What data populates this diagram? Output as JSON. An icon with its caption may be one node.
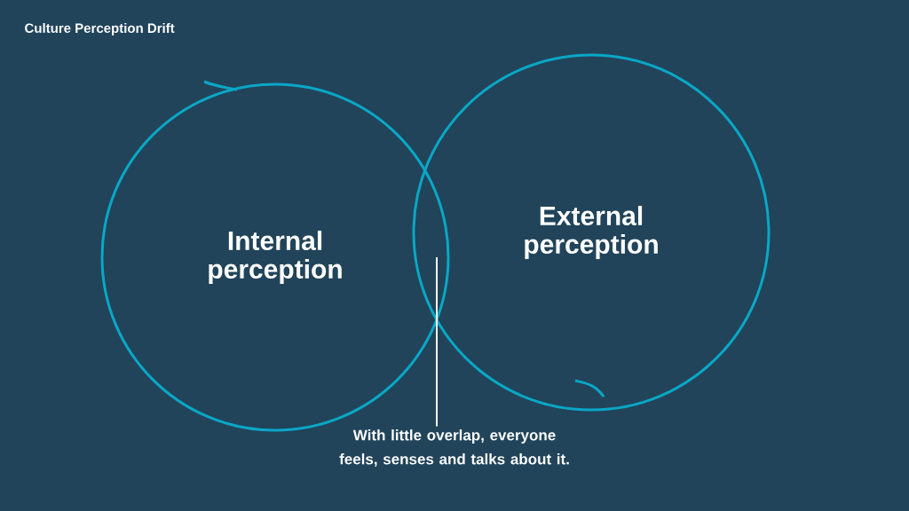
{
  "diagram": {
    "title": "Culture Perception Drift",
    "nodes": [
      {
        "text": [
          "Internal perception"
        ]
      },
      {
        "text": [
          "External perception"
        ]
      },
      {
        "text": [
          "With little overlap, everyone feels, senses and talks about it."
        ]
      }
    ],
    "edges": [
      {
        "from": 2,
        "to": 0,
        "arrow": "none"
      }
    ]
  }
}
